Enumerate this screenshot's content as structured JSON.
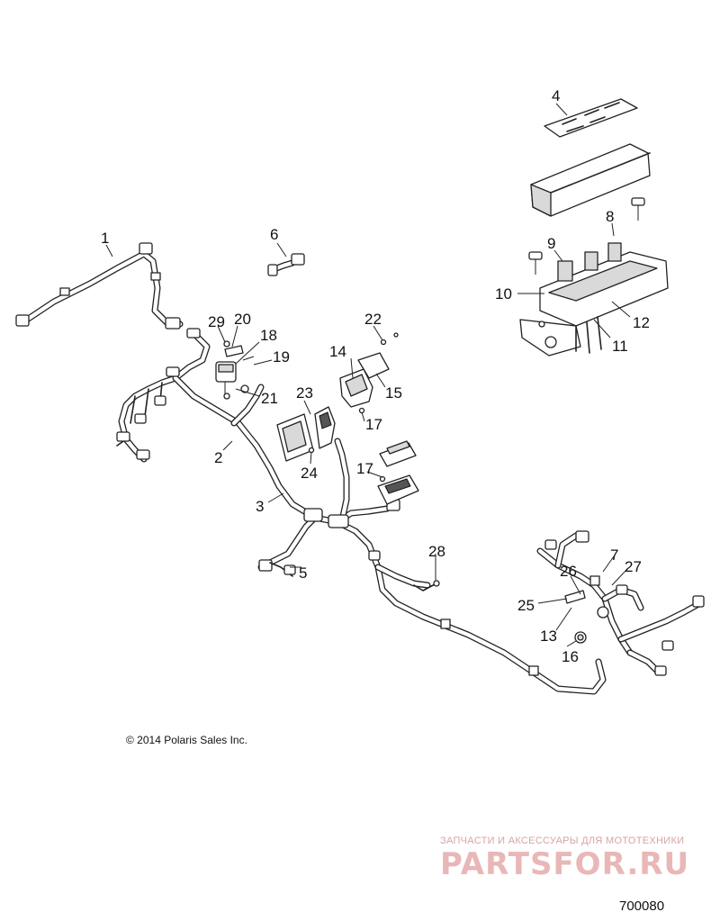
{
  "callouts": [
    "1",
    "2",
    "3",
    "4",
    "5",
    "6",
    "7",
    "8",
    "9",
    "10",
    "11",
    "12",
    "13",
    "14",
    "15",
    "16",
    "17",
    "17",
    "18",
    "19",
    "20",
    "21",
    "22",
    "23",
    "24",
    "25",
    "26",
    "27",
    "28",
    "29"
  ],
  "copyright": "© 2014 Polaris Sales Inc.",
  "watermark": {
    "tagline": "ЗАПЧАСТИ И АКСЕССУАРЫ ДЛЯ МОТОТЕХНИКИ",
    "brand": "PARTSFOR.RU"
  },
  "diagram_number": "700080",
  "colors": {
    "line": "#222222",
    "watermark": "#e9b7b7"
  }
}
